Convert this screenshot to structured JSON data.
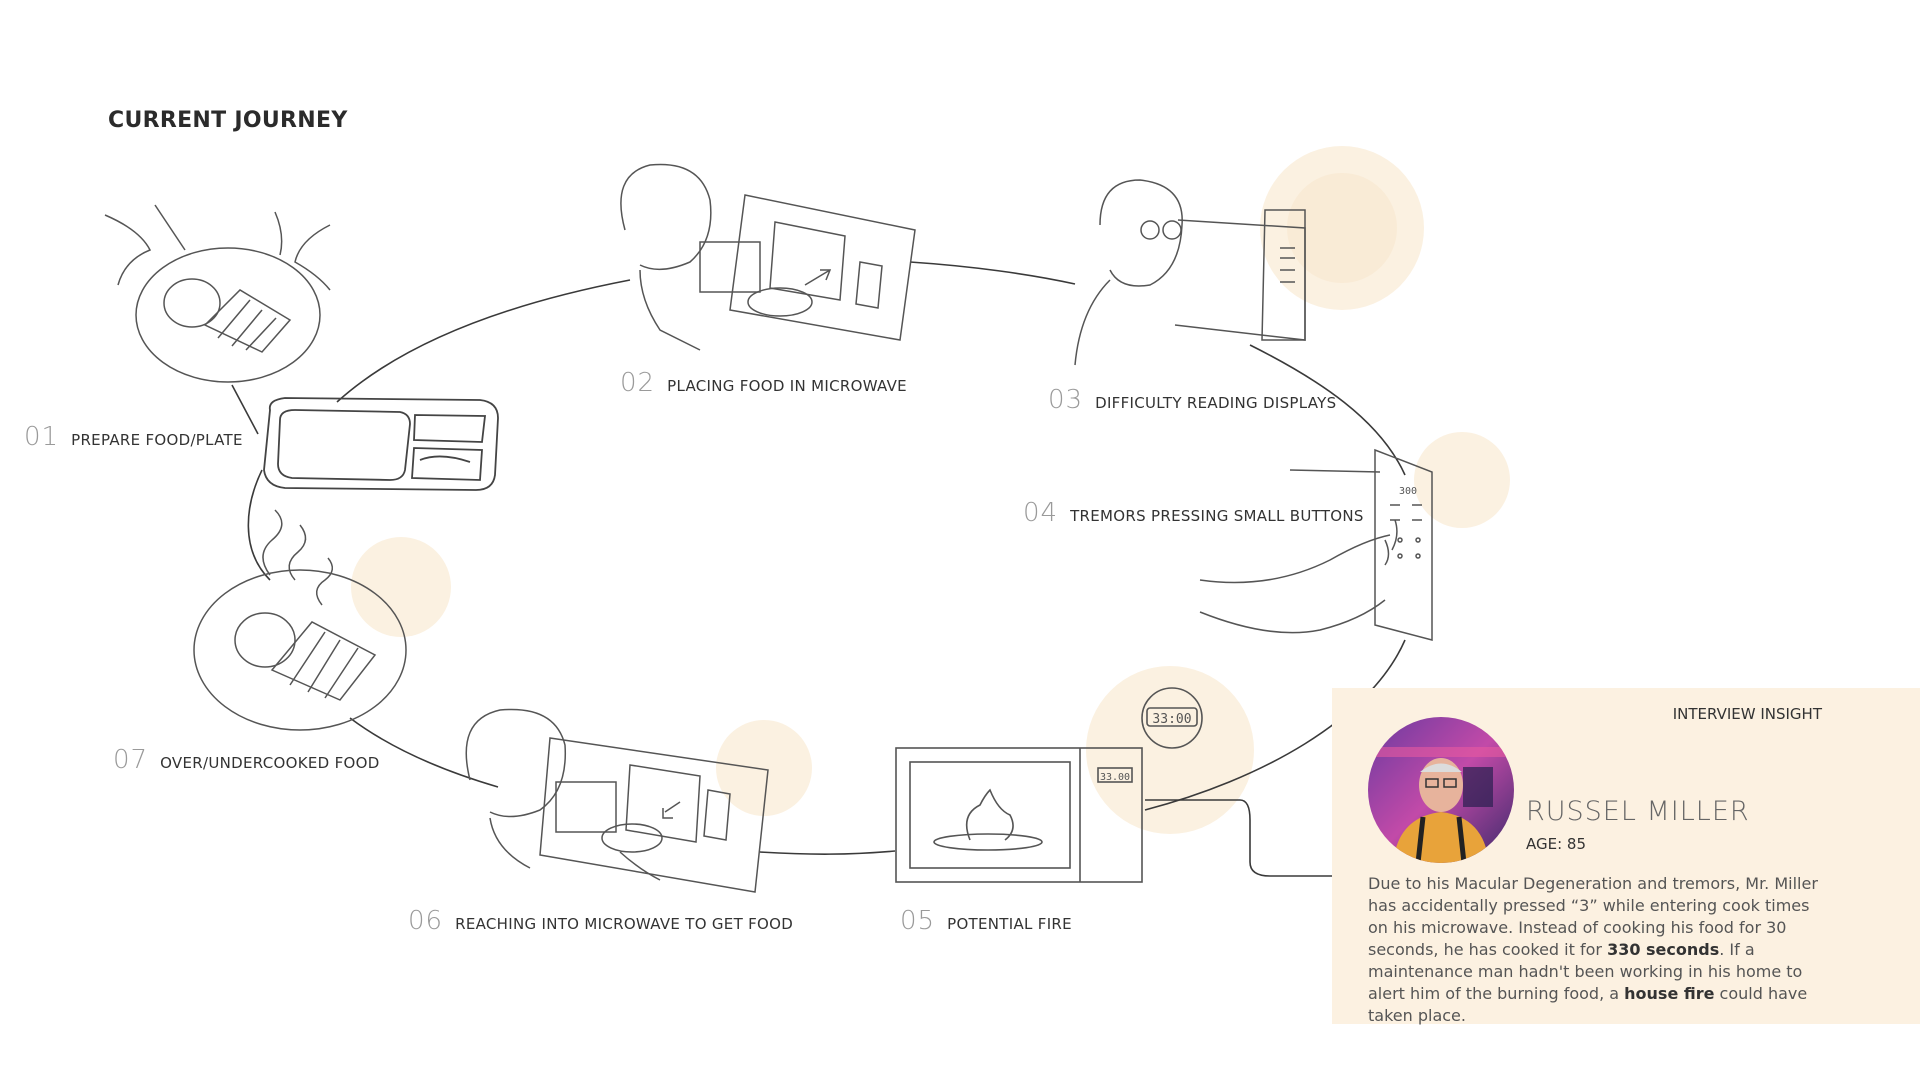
{
  "page": {
    "title": "CURRENT JOURNEY"
  },
  "steps": [
    {
      "num": "01",
      "label": "PREPARE FOOD/PLATE"
    },
    {
      "num": "02",
      "label": "PLACING FOOD IN MICROWAVE"
    },
    {
      "num": "03",
      "label": "DIFFICULTY READING DISPLAYS"
    },
    {
      "num": "04",
      "label": "TREMORS PRESSING SMALL BUTTONS"
    },
    {
      "num": "05",
      "label": "POTENTIAL FIRE"
    },
    {
      "num": "06",
      "label": "REACHING INTO MICROWAVE TO GET FOOD"
    },
    {
      "num": "07",
      "label": "OVER/UNDERCOOKED FOOD"
    }
  ],
  "illustrations": {
    "microwave_display_small": "33.00",
    "timer_display_large": "33:00",
    "keypad_display": "300"
  },
  "insight": {
    "header": "INTERVIEW INSIGHT",
    "name": "RUSSEL MILLER",
    "age": "AGE: 85",
    "body": {
      "p1": "Due to his Macular Degeneration and tremors, Mr. Miller has accidentally pressed “3” while entering cook times on his microwave. Instead of cooking his food for 30 seconds, he has cooked it for ",
      "b1": "330 seconds",
      "p2": ". If a maintenance man hadn't been working in his home to alert him of the burning food, a ",
      "b2": "house fire",
      "p3": " could have taken place."
    }
  },
  "colors": {
    "accent_circle": "#fbf1e1",
    "panel_bg": "#fcf1e1",
    "line": "#3a3a3a"
  }
}
